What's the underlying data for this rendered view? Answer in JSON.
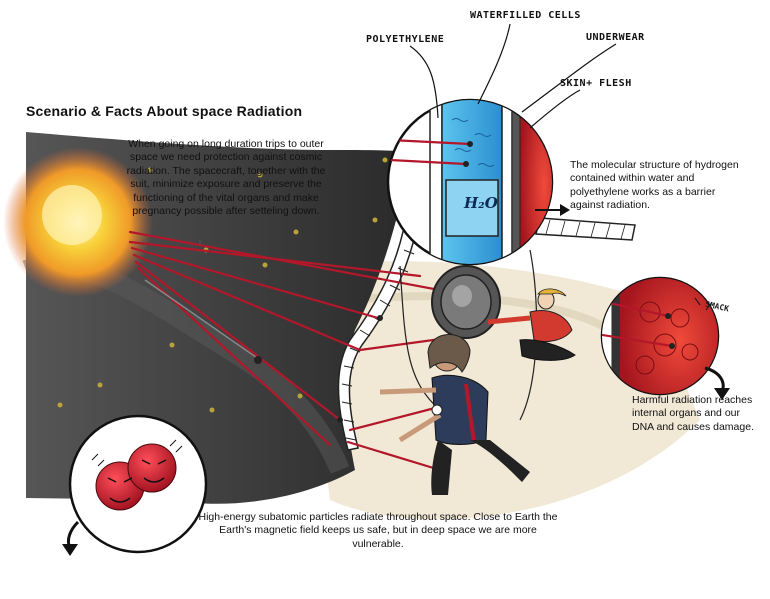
{
  "title": "Scenario & Facts About space Radiation",
  "intro_text": "When going on long duration trips to outer space we need protection against cosmic radiation. The spacecraft, together with the suit, minimize exposure and preserve the functioning of the vital organs and make pregnancy possible after setteling down.",
  "labels": {
    "polyethylene": "POLYETHYLENE",
    "waterfilled_cells": "WATERFILLED CELLS",
    "underwear": "UNDERWEAR",
    "skin_flesh": "SKIN+ FLESH",
    "h2o": "H₂O",
    "smack": "SMACK"
  },
  "hydrogen_text": "The molecular structure of hydrogen contained within water and polyethylene works as a barrier against radiation.",
  "organs_text": "Harmful radiation reaches internal organs and our DNA and causes damage.",
  "particles_text": "High-energy subatomic particles radiate throughout space. Close to Earth the Earth's magnetic field keeps us safe, but in deep space we are more vulnerable.",
  "colors": {
    "space_dark": "#3a3a3a",
    "sun_yellow": "#f4c21a",
    "radiation_red": "#b3172a",
    "water_blue": "#3aa6df",
    "sand": "#ece2cc"
  }
}
